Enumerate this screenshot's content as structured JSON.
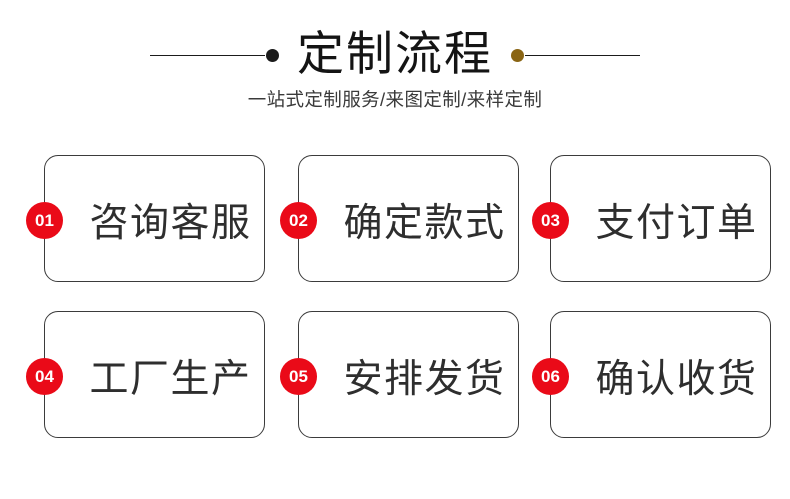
{
  "header": {
    "title": "定制流程",
    "subtitle": "一站式定制服务/来图定制/来样定制",
    "left_dot_color": "#1b1b1b",
    "right_dot_color": "#8a6514",
    "rule_color": "#1b1b1b"
  },
  "theme": {
    "badge_color": "#ea0a18",
    "badge_text_color": "#ffffff",
    "card_border_color": "#3b3b3b",
    "card_text_color": "#2e2e2e",
    "background": "#ffffff"
  },
  "steps": [
    {
      "number": "01",
      "label": "咨询客服"
    },
    {
      "number": "02",
      "label": "确定款式"
    },
    {
      "number": "03",
      "label": "支付订单"
    },
    {
      "number": "04",
      "label": "工厂生产"
    },
    {
      "number": "05",
      "label": "安排发货"
    },
    {
      "number": "06",
      "label": "确认收货"
    }
  ]
}
